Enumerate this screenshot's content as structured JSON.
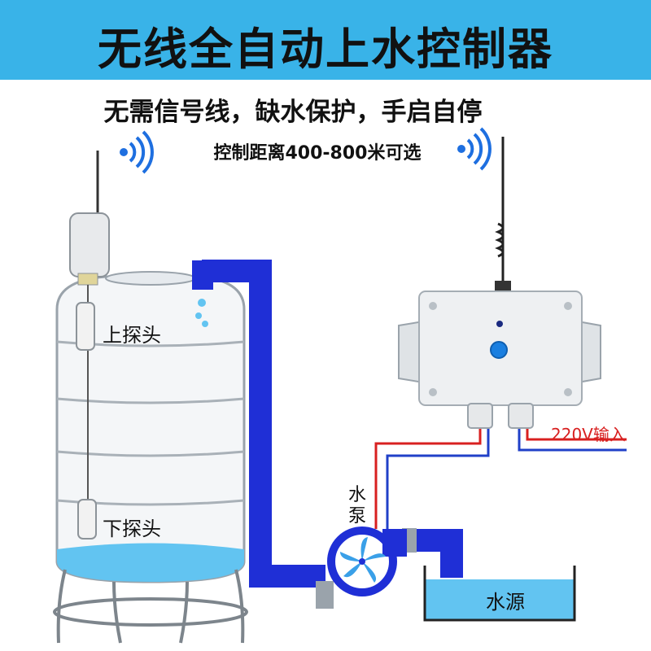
{
  "header": {
    "title": "无线全自动上水控制器",
    "subtitle": "无需信号线，缺水保护，手启自停",
    "range_text": "控制距离400-800米可选"
  },
  "tank": {
    "upper_probe_label": "上探头",
    "lower_probe_label": "下探头"
  },
  "pump": {
    "label_line1": "水",
    "label_line2": "泵"
  },
  "source": {
    "label": "水源"
  },
  "controller": {
    "power_label": "220V输入"
  },
  "colors": {
    "banner": "#39b3e8",
    "pipe": "#1f2fd6",
    "water": "#62c4f1",
    "wire_red": "#d82020",
    "wire_blue": "#2040c8",
    "button": "#1a7fe0"
  }
}
